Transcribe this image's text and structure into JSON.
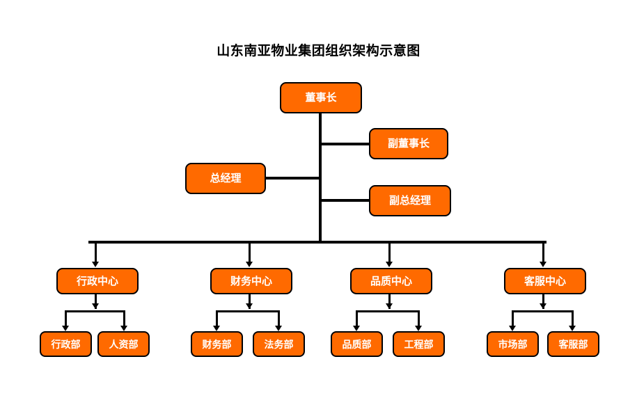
{
  "document": {
    "title": "山东南亚物业集团组织架构示意图",
    "background_color": "#FFFFFF"
  },
  "theme": {
    "node_fill": "#FF6A00",
    "node_border": "#000000",
    "node_text": "#FFFFFF",
    "connector_color": "#000000",
    "title_color": "#000000"
  },
  "org_chart": {
    "executives": [
      {
        "id": "chairman",
        "label": "董事长"
      },
      {
        "id": "vice-chairman",
        "label": "副董事长"
      },
      {
        "id": "general-manager",
        "label": "总经理"
      },
      {
        "id": "deputy-general-manager",
        "label": "副总经理"
      }
    ],
    "centers": [
      {
        "id": "admin-center",
        "label": "行政中心"
      },
      {
        "id": "finance-center",
        "label": "财务中心"
      },
      {
        "id": "quality-center",
        "label": "品质中心"
      },
      {
        "id": "service-center",
        "label": "客服中心"
      }
    ],
    "departments": [
      {
        "id": "admin-dept",
        "label": "行政部",
        "parent": "admin-center"
      },
      {
        "id": "hr-dept",
        "label": "人资部",
        "parent": "admin-center"
      },
      {
        "id": "finance-dept",
        "label": "财务部",
        "parent": "finance-center"
      },
      {
        "id": "legal-dept",
        "label": "法务部",
        "parent": "finance-center"
      },
      {
        "id": "quality-dept",
        "label": "品质部",
        "parent": "quality-center"
      },
      {
        "id": "engineering-dept",
        "label": "工程部",
        "parent": "quality-center"
      },
      {
        "id": "marketing-dept",
        "label": "市场部",
        "parent": "service-center"
      },
      {
        "id": "customer-service-dept",
        "label": "客服部",
        "parent": "service-center"
      }
    ]
  }
}
